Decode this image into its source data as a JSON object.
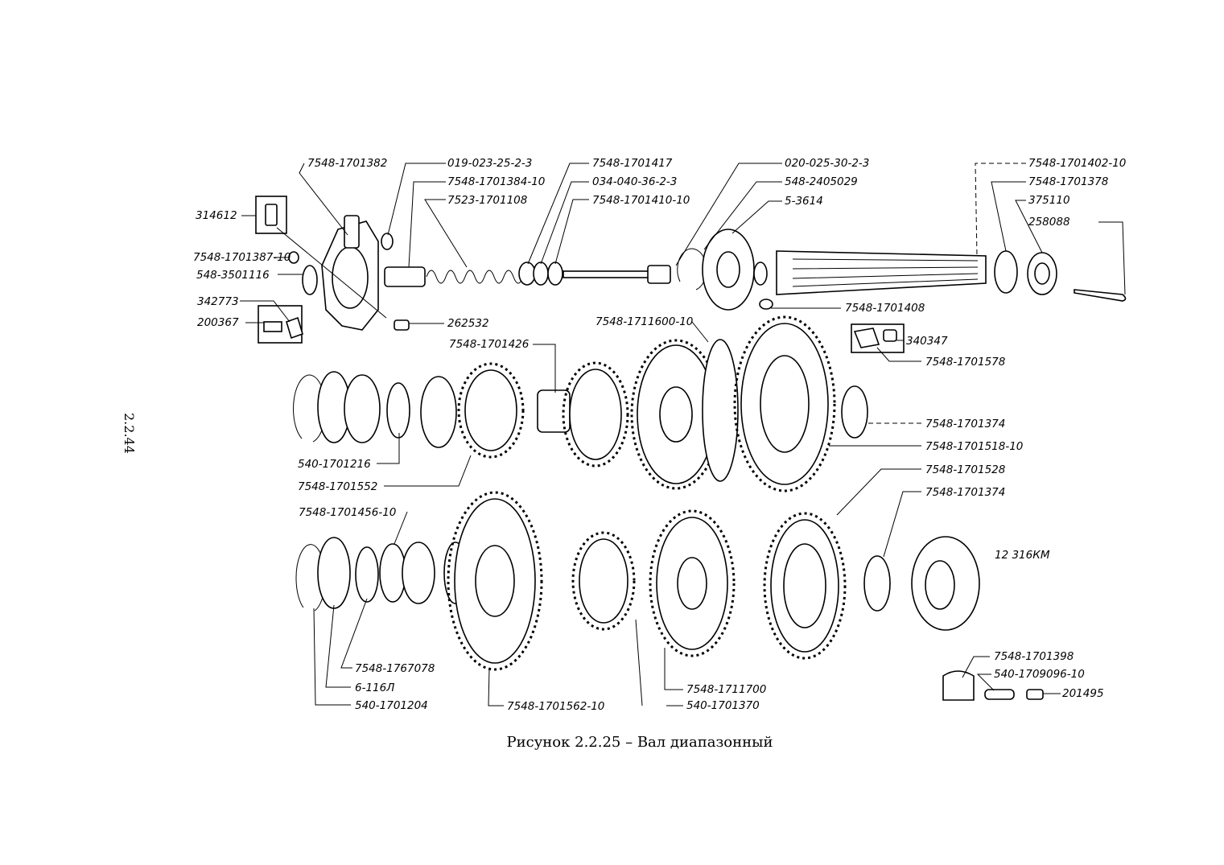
{
  "page": {
    "number": "2.2.44",
    "caption": "Рисунок 2.2.25 – Вал диапазонный"
  },
  "callouts": [
    {
      "id": "c01",
      "label": "7548-1701382"
    },
    {
      "id": "c02",
      "label": "019-023-25-2-3"
    },
    {
      "id": "c03",
      "label": "7548-1701384-10"
    },
    {
      "id": "c04",
      "label": "7523-1701108"
    },
    {
      "id": "c05",
      "label": "7548-1701417"
    },
    {
      "id": "c06",
      "label": "034-040-36-2-3"
    },
    {
      "id": "c07",
      "label": "7548-1701410-10"
    },
    {
      "id": "c08",
      "label": "020-025-30-2-3"
    },
    {
      "id": "c09",
      "label": "548-2405029"
    },
    {
      "id": "c10",
      "label": "5-3614"
    },
    {
      "id": "c11",
      "label": "7548-1701402-10"
    },
    {
      "id": "c12",
      "label": "7548-1701378"
    },
    {
      "id": "c13",
      "label": "375110"
    },
    {
      "id": "c14",
      "label": "258088"
    },
    {
      "id": "c15",
      "label": "314612"
    },
    {
      "id": "c16",
      "label": "7548-1701387-10"
    },
    {
      "id": "c17",
      "label": "548-3501116"
    },
    {
      "id": "c18",
      "label": "342773"
    },
    {
      "id": "c19",
      "label": "200367"
    },
    {
      "id": "c20",
      "label": "262532"
    },
    {
      "id": "c21",
      "label": "7548-1701408"
    },
    {
      "id": "c22",
      "label": "7548-1711600-10"
    },
    {
      "id": "c23",
      "label": "7548-1701426"
    },
    {
      "id": "c24",
      "label": "340347"
    },
    {
      "id": "c25",
      "label": "7548-1701578"
    },
    {
      "id": "c26",
      "label": "7548-1701374"
    },
    {
      "id": "c27",
      "label": "7548-1701518-10"
    },
    {
      "id": "c28",
      "label": "540-1701216"
    },
    {
      "id": "c29",
      "label": "7548-1701552"
    },
    {
      "id": "c30",
      "label": "7548-1701528"
    },
    {
      "id": "c31",
      "label": "7548-1701374"
    },
    {
      "id": "c32",
      "label": "7548-1701456-10"
    },
    {
      "id": "c33",
      "label": "12 316КМ"
    },
    {
      "id": "c34",
      "label": "7548-1767078"
    },
    {
      "id": "c35",
      "label": "6-116Л"
    },
    {
      "id": "c36",
      "label": "540-1701204"
    },
    {
      "id": "c37",
      "label": "7548-1701562-10"
    },
    {
      "id": "c38",
      "label": "7548-1711700"
    },
    {
      "id": "c39",
      "label": "540-1701370"
    },
    {
      "id": "c40",
      "label": "7548-1701398"
    },
    {
      "id": "c41",
      "label": "540-1709096-10"
    },
    {
      "id": "c42",
      "label": "201495"
    }
  ]
}
